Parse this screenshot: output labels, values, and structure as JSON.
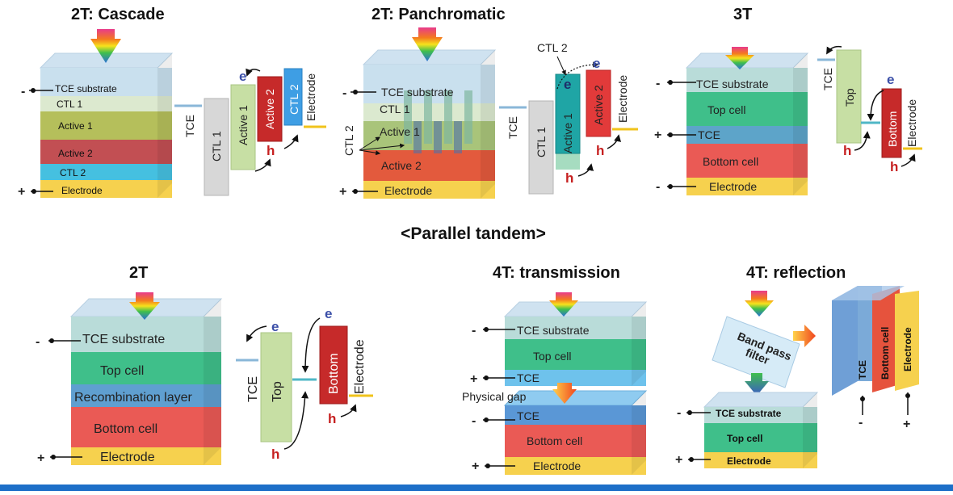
{
  "titles": {
    "cascade": "2T: Cascade",
    "panchromatic": "2T: Panchromatic",
    "three_t": "3T",
    "parallel": "<Parallel tandem>",
    "two_t": "2T",
    "transmission": "4T: transmission",
    "reflection": "4T: reflection"
  },
  "cascade": {
    "layers": [
      "TCE substrate",
      "CTL 1",
      "Active 1",
      "Active 2",
      "CTL 2",
      "Electrode"
    ],
    "bars": {
      "tce": "TCE",
      "ctl1": "CTL 1",
      "active1": "Active 1",
      "active2": "Active 2",
      "ctl2": "CTL 2",
      "electrode": "Electrode"
    },
    "minus": "-",
    "plus": "+",
    "e": "e",
    "h": "h"
  },
  "panchromatic": {
    "layers": [
      "TCE substrate",
      "CTL 1",
      "Active 1",
      "Active 2",
      "Electrode"
    ],
    "ctl2_side": "CTL 2",
    "ctl2_top": "CTL 2",
    "bars": {
      "tce": "TCE",
      "ctl1": "CTL 1",
      "active1": "Active 1",
      "active2": "Active 2",
      "electrode": "Electrode"
    },
    "minus": "-",
    "plus": "+",
    "e": "e",
    "h": "h"
  },
  "three_t": {
    "layers": [
      "TCE substrate",
      "Top cell",
      "TCE",
      "Bottom cell",
      "Electrode"
    ],
    "bars": {
      "tce": "TCE",
      "top": "Top",
      "bottom": "Bottom",
      "electrode": "Electrode"
    },
    "minus1": "-",
    "plus": "+",
    "minus2": "-",
    "e": "e",
    "h1": "h",
    "h2": "h"
  },
  "two_t": {
    "layers": [
      "TCE substrate",
      "Top cell",
      "Recombination layer",
      "Bottom cell",
      "Electrode"
    ],
    "bars": {
      "tce": "TCE",
      "top": "Top",
      "bottom": "Bottom",
      "electrode": "Electrode"
    },
    "minus": "-",
    "plus": "+",
    "e1": "e",
    "e2": "e",
    "h1": "h",
    "h2": "h"
  },
  "transmission": {
    "top_layers": [
      "TCE substrate",
      "Top cell",
      "TCE"
    ],
    "gap": "Physical gap",
    "bottom_layers": [
      "TCE",
      "Bottom cell",
      "Electrode"
    ],
    "minus1": "-",
    "plus1": "+",
    "minus2": "-",
    "plus2": "+"
  },
  "reflection": {
    "filter": "Band pass filter",
    "filter_line1": "Band pass",
    "filter_line2": "filter",
    "layers": [
      "TCE substrate",
      "Top cell",
      "Electrode"
    ],
    "side": [
      "TCE",
      "Bottom cell",
      "Electrode"
    ],
    "minus1": "-",
    "plus1": "+",
    "minus2": "-",
    "plus2": "+"
  }
}
